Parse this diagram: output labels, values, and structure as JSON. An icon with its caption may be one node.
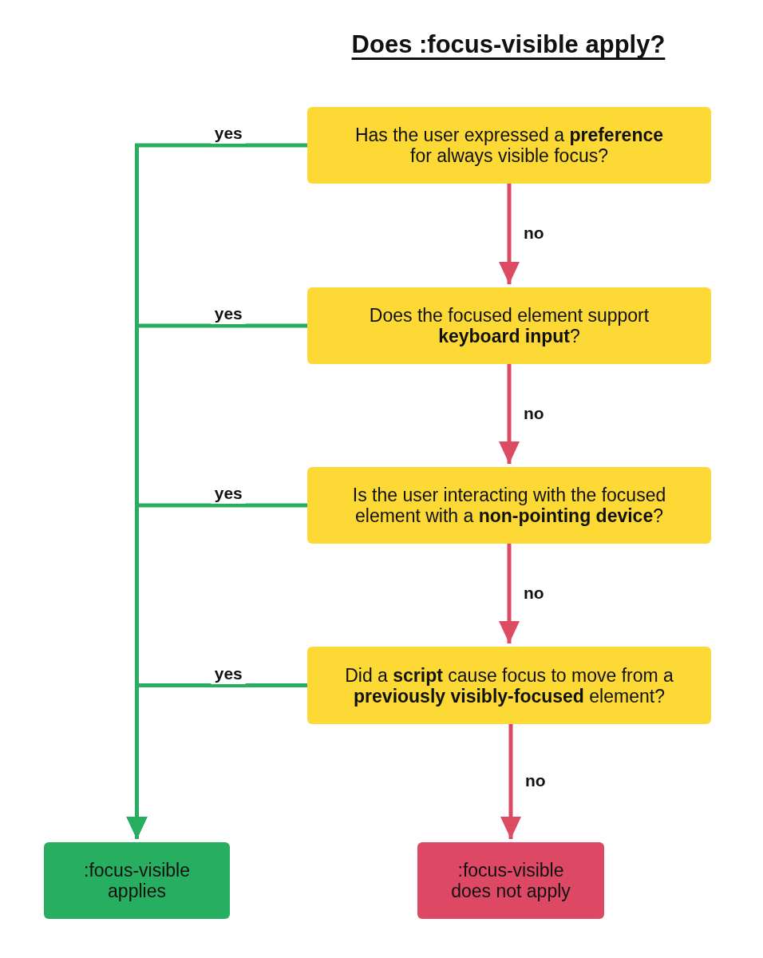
{
  "diagram": {
    "title": "Does :focus-visible apply?",
    "nodes": [
      {
        "text": [
          "Has the user expressed a **preference** for always visible focus?"
        ]
      },
      {
        "text": [
          "Does the focused element support **keyboard input**?"
        ]
      },
      {
        "text": [
          "Is the user interacting with the focused element with a **non-pointing device**?"
        ]
      },
      {
        "text": [
          "Did a **script** cause focus to move from a **previously visibly-focused** element?"
        ]
      },
      {
        "text": [
          ":focus-visible applies"
        ]
      },
      {
        "text": [
          ":focus-visible does not apply"
        ]
      }
    ],
    "edges": [
      {
        "from": 0,
        "to": 4,
        "label": "yes",
        "arrow": "to",
        "color": "#27ae60"
      },
      {
        "from": 0,
        "to": 1,
        "label": "no",
        "arrow": "to",
        "color": "#dc4a64"
      },
      {
        "from": 1,
        "to": 4,
        "label": "yes",
        "arrow": "to",
        "color": "#27ae60"
      },
      {
        "from": 1,
        "to": 2,
        "label": "no",
        "arrow": "to",
        "color": "#dc4a64"
      },
      {
        "from": 2,
        "to": 4,
        "label": "yes",
        "arrow": "to",
        "color": "#27ae60"
      },
      {
        "from": 2,
        "to": 3,
        "label": "no",
        "arrow": "to",
        "color": "#dc4a64"
      },
      {
        "from": 3,
        "to": 4,
        "label": "yes",
        "arrow": "to",
        "color": "#27ae60"
      },
      {
        "from": 3,
        "to": 5,
        "label": "no",
        "arrow": "to",
        "color": "#dc4a64"
      }
    ]
  }
}
